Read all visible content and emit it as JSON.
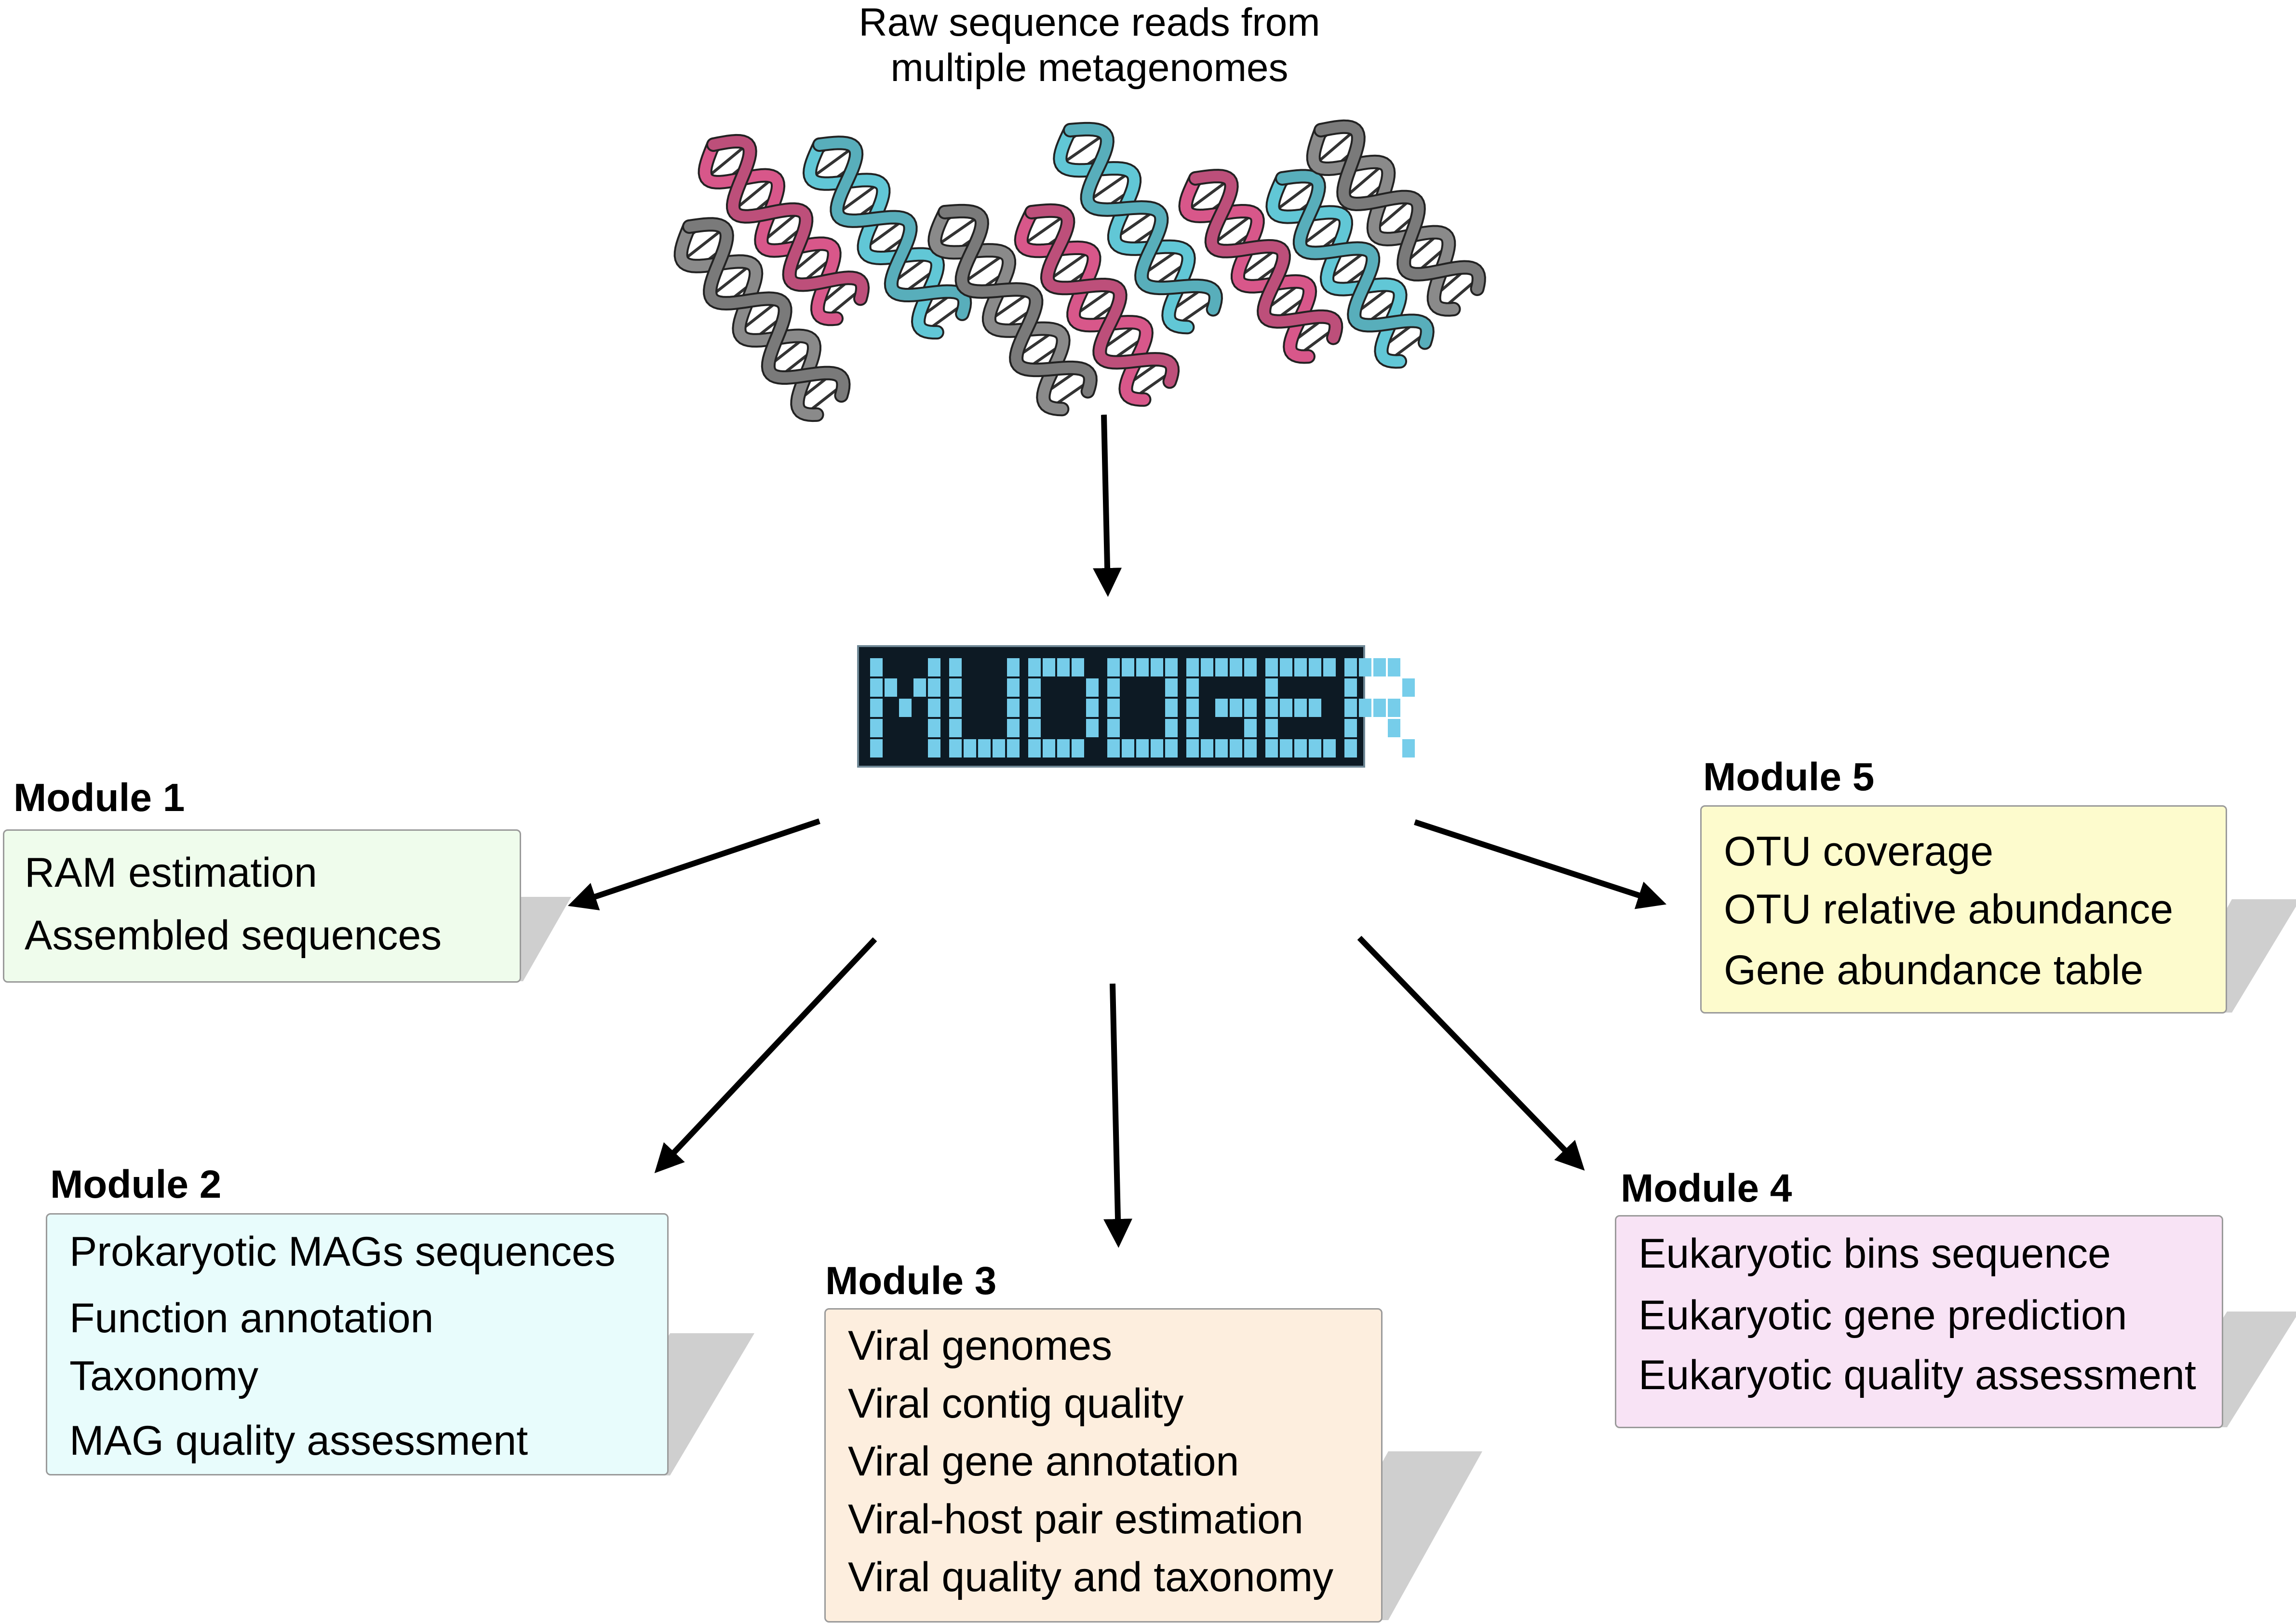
{
  "input_caption": {
    "line1": "Raw sequence reads from",
    "line2": "multiple metagenomes"
  },
  "logo_text": "MUDOGER",
  "colors": {
    "logo_bg": "#0d1a24",
    "logo_cell": "#76cdea",
    "dna_pink": "#d8578a",
    "dna_teal": "#61c7d6",
    "dna_gray": "#8a8a8a",
    "module1_fill": "#effcec",
    "module2_fill": "#e8fcfc",
    "module3_fill": "#fdeede",
    "module4_fill": "#f8e3f5",
    "module5_fill": "#fdfbcd",
    "shadow": "#c9c9c9",
    "arrow": "#000000"
  },
  "modules": {
    "m1": {
      "title": "Module 1",
      "items": [
        "RAM estimation",
        "Assembled sequences"
      ]
    },
    "m2": {
      "title": "Module 2",
      "items": [
        "Prokaryotic MAGs sequences",
        "Function annotation",
        "Taxonomy",
        "MAG quality assessment"
      ]
    },
    "m3": {
      "title": "Module 3",
      "items": [
        "Viral genomes",
        "Viral contig quality",
        "Viral gene annotation",
        "Viral-host pair estimation",
        "Viral quality and taxonomy"
      ]
    },
    "m4": {
      "title": "Module 4",
      "items": [
        "Eukaryotic bins sequence",
        "Eukaryotic gene prediction",
        "Eukaryotic quality assessment"
      ]
    },
    "m5": {
      "title": "Module 5",
      "items": [
        "OTU coverage",
        "OTU relative  abundance",
        "Gene abundance table"
      ]
    }
  }
}
